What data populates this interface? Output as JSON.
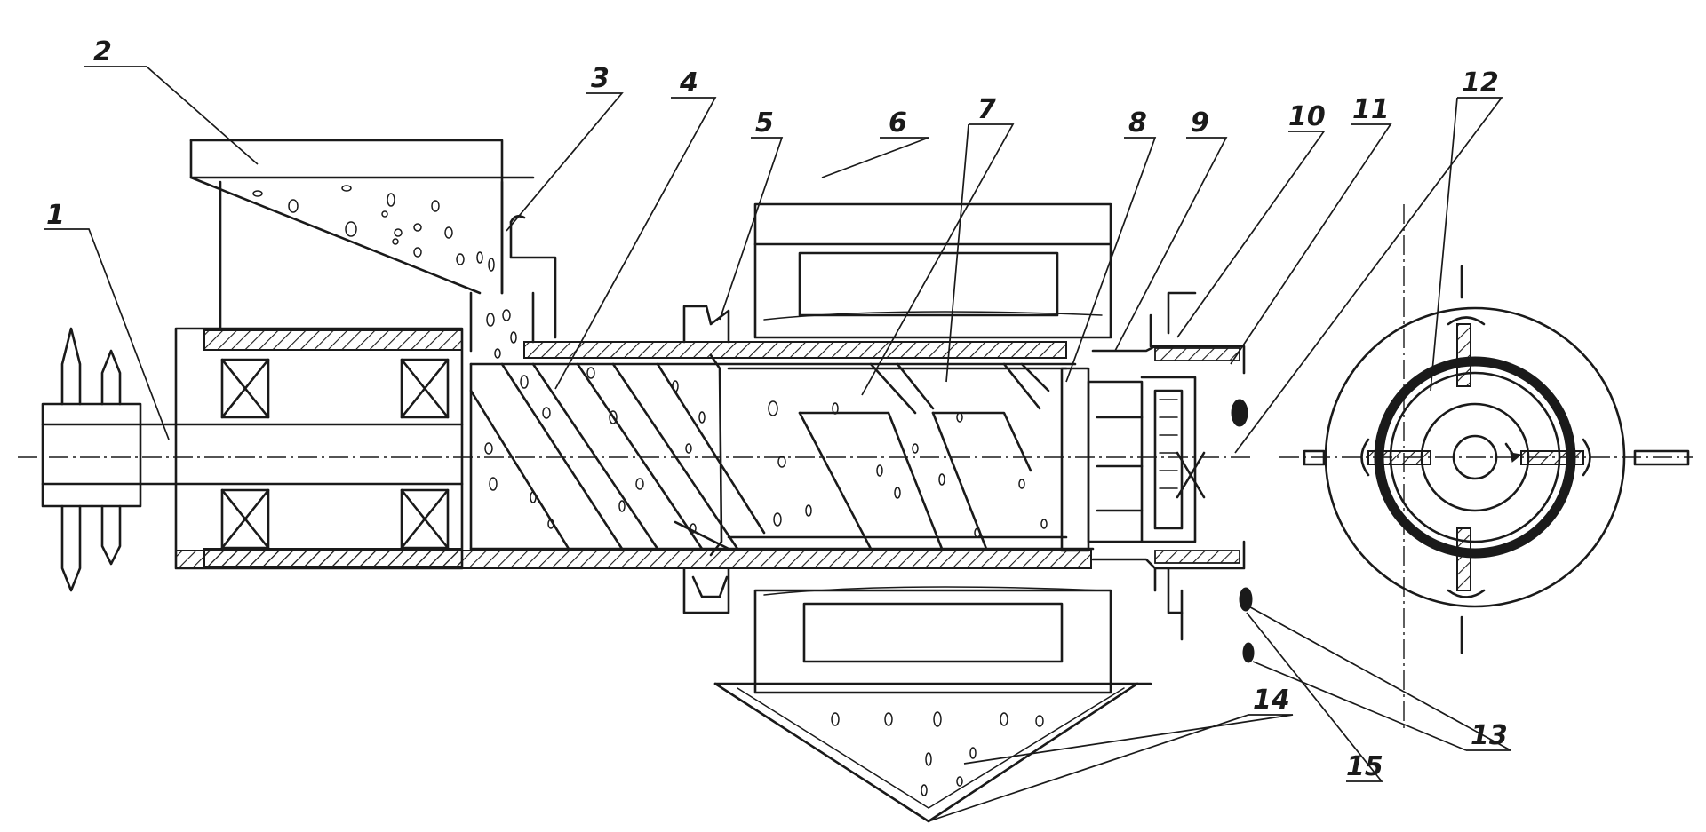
{
  "figure": {
    "callouts": [
      "1",
      "2",
      "3",
      "4",
      "5",
      "6",
      "7",
      "8",
      "9",
      "10",
      "11",
      "12",
      "13",
      "14",
      "15"
    ],
    "colors": {
      "ink": "#1a1a1a",
      "paper": "#ffffff"
    }
  }
}
